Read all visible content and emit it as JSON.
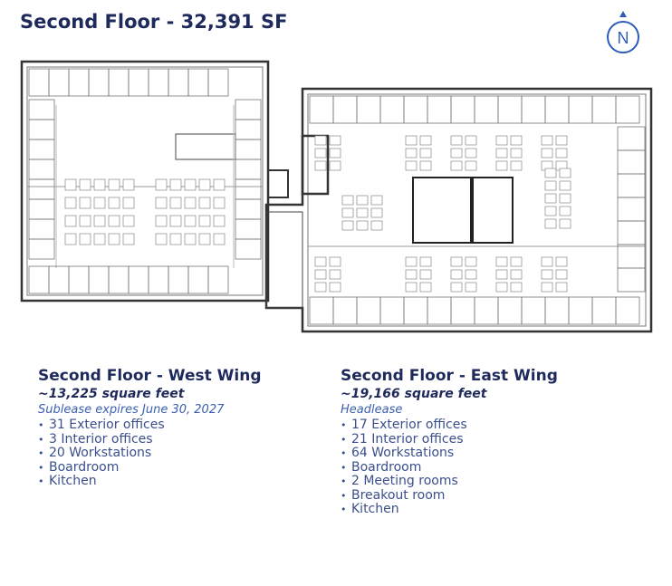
{
  "header": {
    "title": "Second Floor - 32,391 SF",
    "compass_letter": "N"
  },
  "west_wing": {
    "title": "Second Floor - West Wing",
    "area": "~13,225 square feet",
    "note": "Sublease expires June 30, 2027",
    "features": [
      "31 Exterior offices",
      "3 Interior offices",
      "20 Workstations",
      "Boardroom",
      "Kitchen"
    ]
  },
  "east_wing": {
    "title": "Second Floor - East Wing",
    "area": "~19,166 square feet",
    "note": "Headlease",
    "features": [
      "17 Exterior offices",
      "21 Interior offices",
      "64 Workstations",
      "Boardroom",
      "2 Meeting rooms",
      "Breakout room",
      "Kitchen"
    ]
  },
  "colors": {
    "navy": "#1f2a5c",
    "accent_blue": "#3b5fb0",
    "list_text": "#3a4f8c",
    "compass": "#2f5bb8"
  },
  "icons": [
    "compass-icon",
    "floor-plan-drawing"
  ]
}
